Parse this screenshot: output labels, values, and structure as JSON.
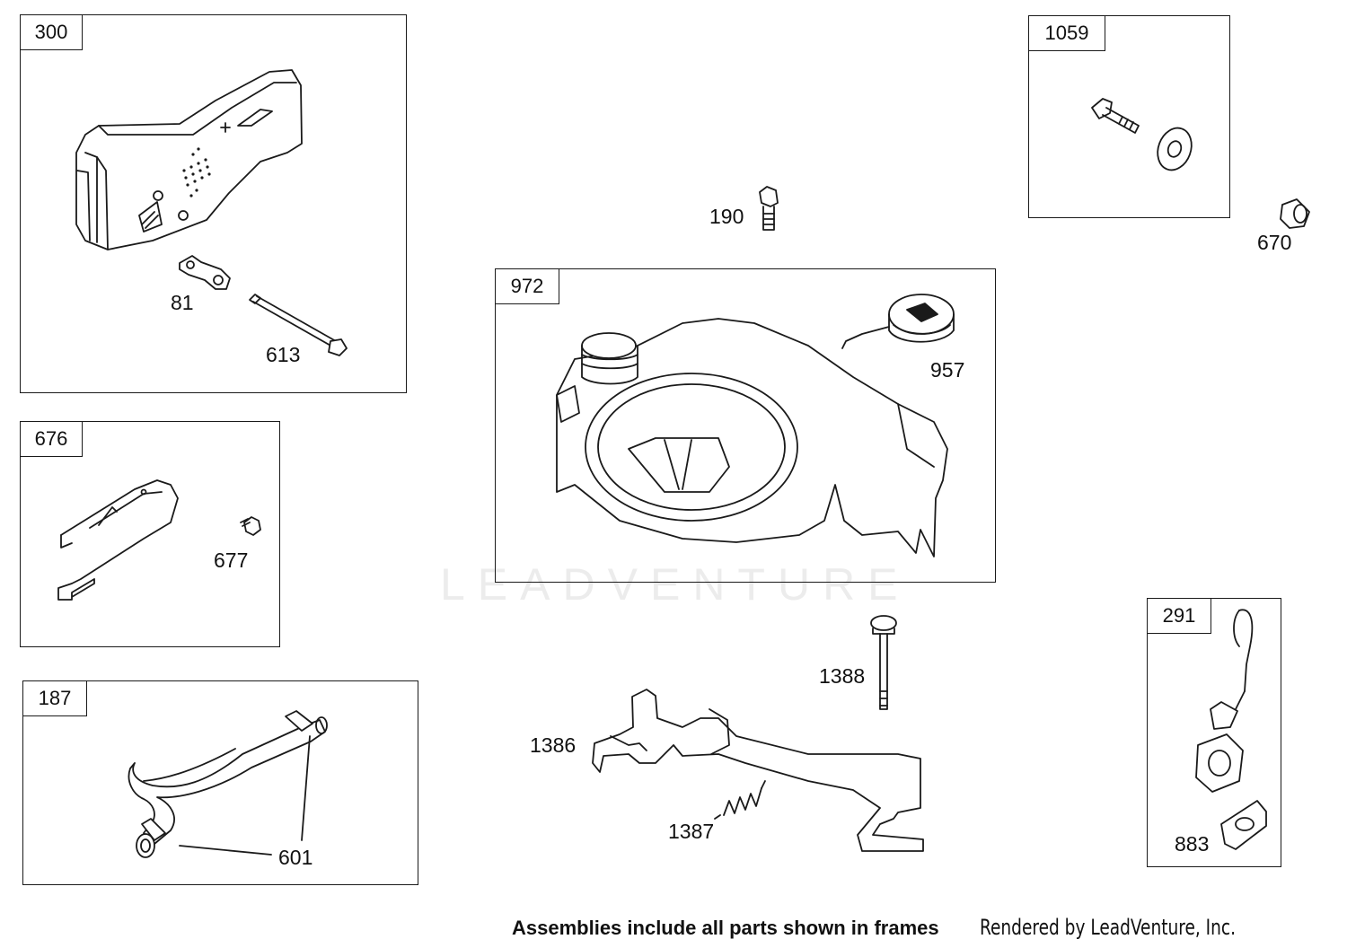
{
  "watermark": "LEADVENTURE",
  "frames": {
    "f300": "300",
    "f676": "676",
    "f187": "187",
    "f972": "972",
    "f1059": "1059",
    "f291": "291"
  },
  "callouts": {
    "c81": "81",
    "c613": "613",
    "c677": "677",
    "c601": "601",
    "c190": "190",
    "c957": "957",
    "c670": "670",
    "c1388": "1388",
    "c1386": "1386",
    "c1387": "1387",
    "c883": "883"
  },
  "footer": {
    "note": "Assemblies include all parts shown in frames",
    "credit": "Rendered by LeadVenture, Inc."
  }
}
